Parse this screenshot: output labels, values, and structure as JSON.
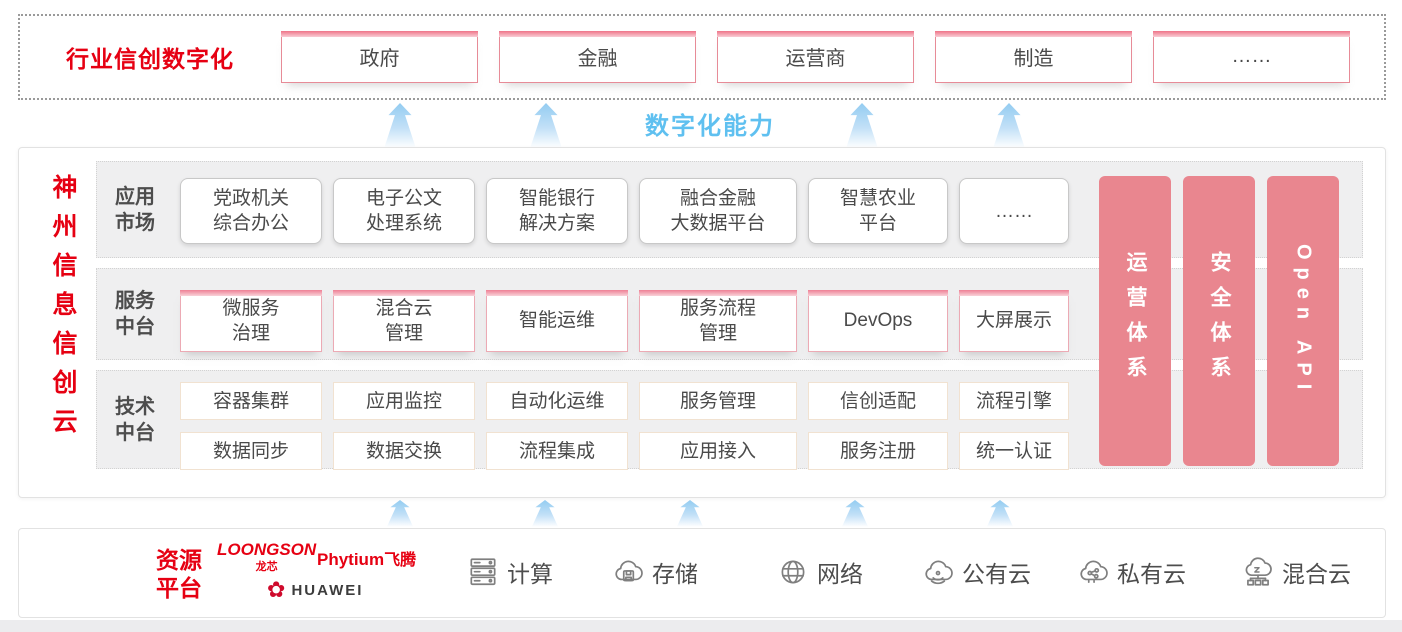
{
  "top_banner": {
    "label": "行业信创数字化",
    "industries": [
      "政府",
      "金融",
      "运营商",
      "制造",
      "……"
    ]
  },
  "capability": {
    "label": "数字化能力"
  },
  "platform": {
    "title": "神州信息信创云",
    "rows": [
      {
        "label_lines": [
          "应用",
          "市场"
        ],
        "style": "app",
        "items": [
          [
            "党政机关",
            "综合办公"
          ],
          [
            "电子公文",
            "处理系统"
          ],
          [
            "智能银行",
            "解决方案"
          ],
          [
            "融合金融",
            "大数据平台"
          ],
          [
            "智慧农业",
            "平台"
          ],
          [
            "……"
          ]
        ]
      },
      {
        "label_lines": [
          "服务",
          "中台"
        ],
        "style": "svc",
        "items": [
          [
            "微服务",
            "治理"
          ],
          [
            "混合云",
            "管理"
          ],
          [
            "智能运维"
          ],
          [
            "服务流程",
            "管理"
          ],
          [
            "DevOps"
          ],
          [
            "大屏展示"
          ]
        ]
      },
      {
        "label_lines": [
          "技术",
          "中台"
        ],
        "style": "tech",
        "items_top": [
          "容器集群",
          "应用监控",
          "自动化运维",
          "服务管理",
          "信创适配",
          "流程引擎"
        ],
        "items_bottom": [
          "数据同步",
          "数据交换",
          "流程集成",
          "应用接入",
          "服务注册",
          "统一认证"
        ]
      }
    ],
    "pillars": [
      {
        "label": "运营体系",
        "orientation": "cjk"
      },
      {
        "label": "安全体系",
        "orientation": "cjk"
      },
      {
        "label": "Open API",
        "orientation": "latin"
      }
    ]
  },
  "resources": {
    "label_lines": [
      "资源",
      "平台"
    ],
    "vendors": [
      {
        "name": "LOONGSON",
        "sub": "龙芯"
      },
      {
        "name": "Phytium",
        "sub": "飞腾"
      },
      {
        "name": "HUAWEI"
      }
    ],
    "items": [
      {
        "label": "计算",
        "icon": "server-icon"
      },
      {
        "label": "存储",
        "icon": "storage-cloud-icon"
      },
      {
        "label": "网络",
        "icon": "network-globe-icon"
      },
      {
        "label": "公有云",
        "icon": "public-cloud-icon"
      },
      {
        "label": "私有云",
        "icon": "private-cloud-icon"
      },
      {
        "label": "混合云",
        "icon": "hybrid-cloud-icon"
      }
    ]
  },
  "colors": {
    "brand_red": "#e60012",
    "pillar_pink": "#e9868f",
    "capability_blue": "#5fc0f0",
    "band_gray": "#efeff0",
    "text_dark": "#4a4a4a"
  }
}
